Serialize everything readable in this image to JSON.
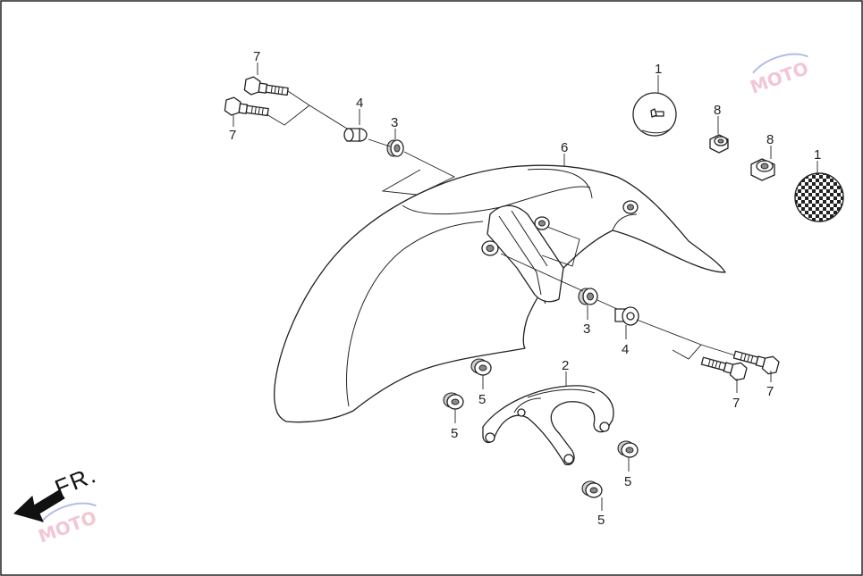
{
  "diagram": {
    "callouts": {
      "c1a": "1",
      "c1b": "1",
      "c2": "2",
      "c3a": "3",
      "c3b": "3",
      "c4a": "4",
      "c4b": "4",
      "c5a": "5",
      "c5b": "5",
      "c5c": "5",
      "c5d": "5",
      "c6": "6",
      "c7a": "7",
      "c7b": "7",
      "c7c": "7",
      "c7d": "7",
      "c8a": "8",
      "c8b": "8"
    },
    "direction_label": "FR.",
    "watermark": {
      "text": "MOTO",
      "color": "#e89ab0"
    }
  }
}
